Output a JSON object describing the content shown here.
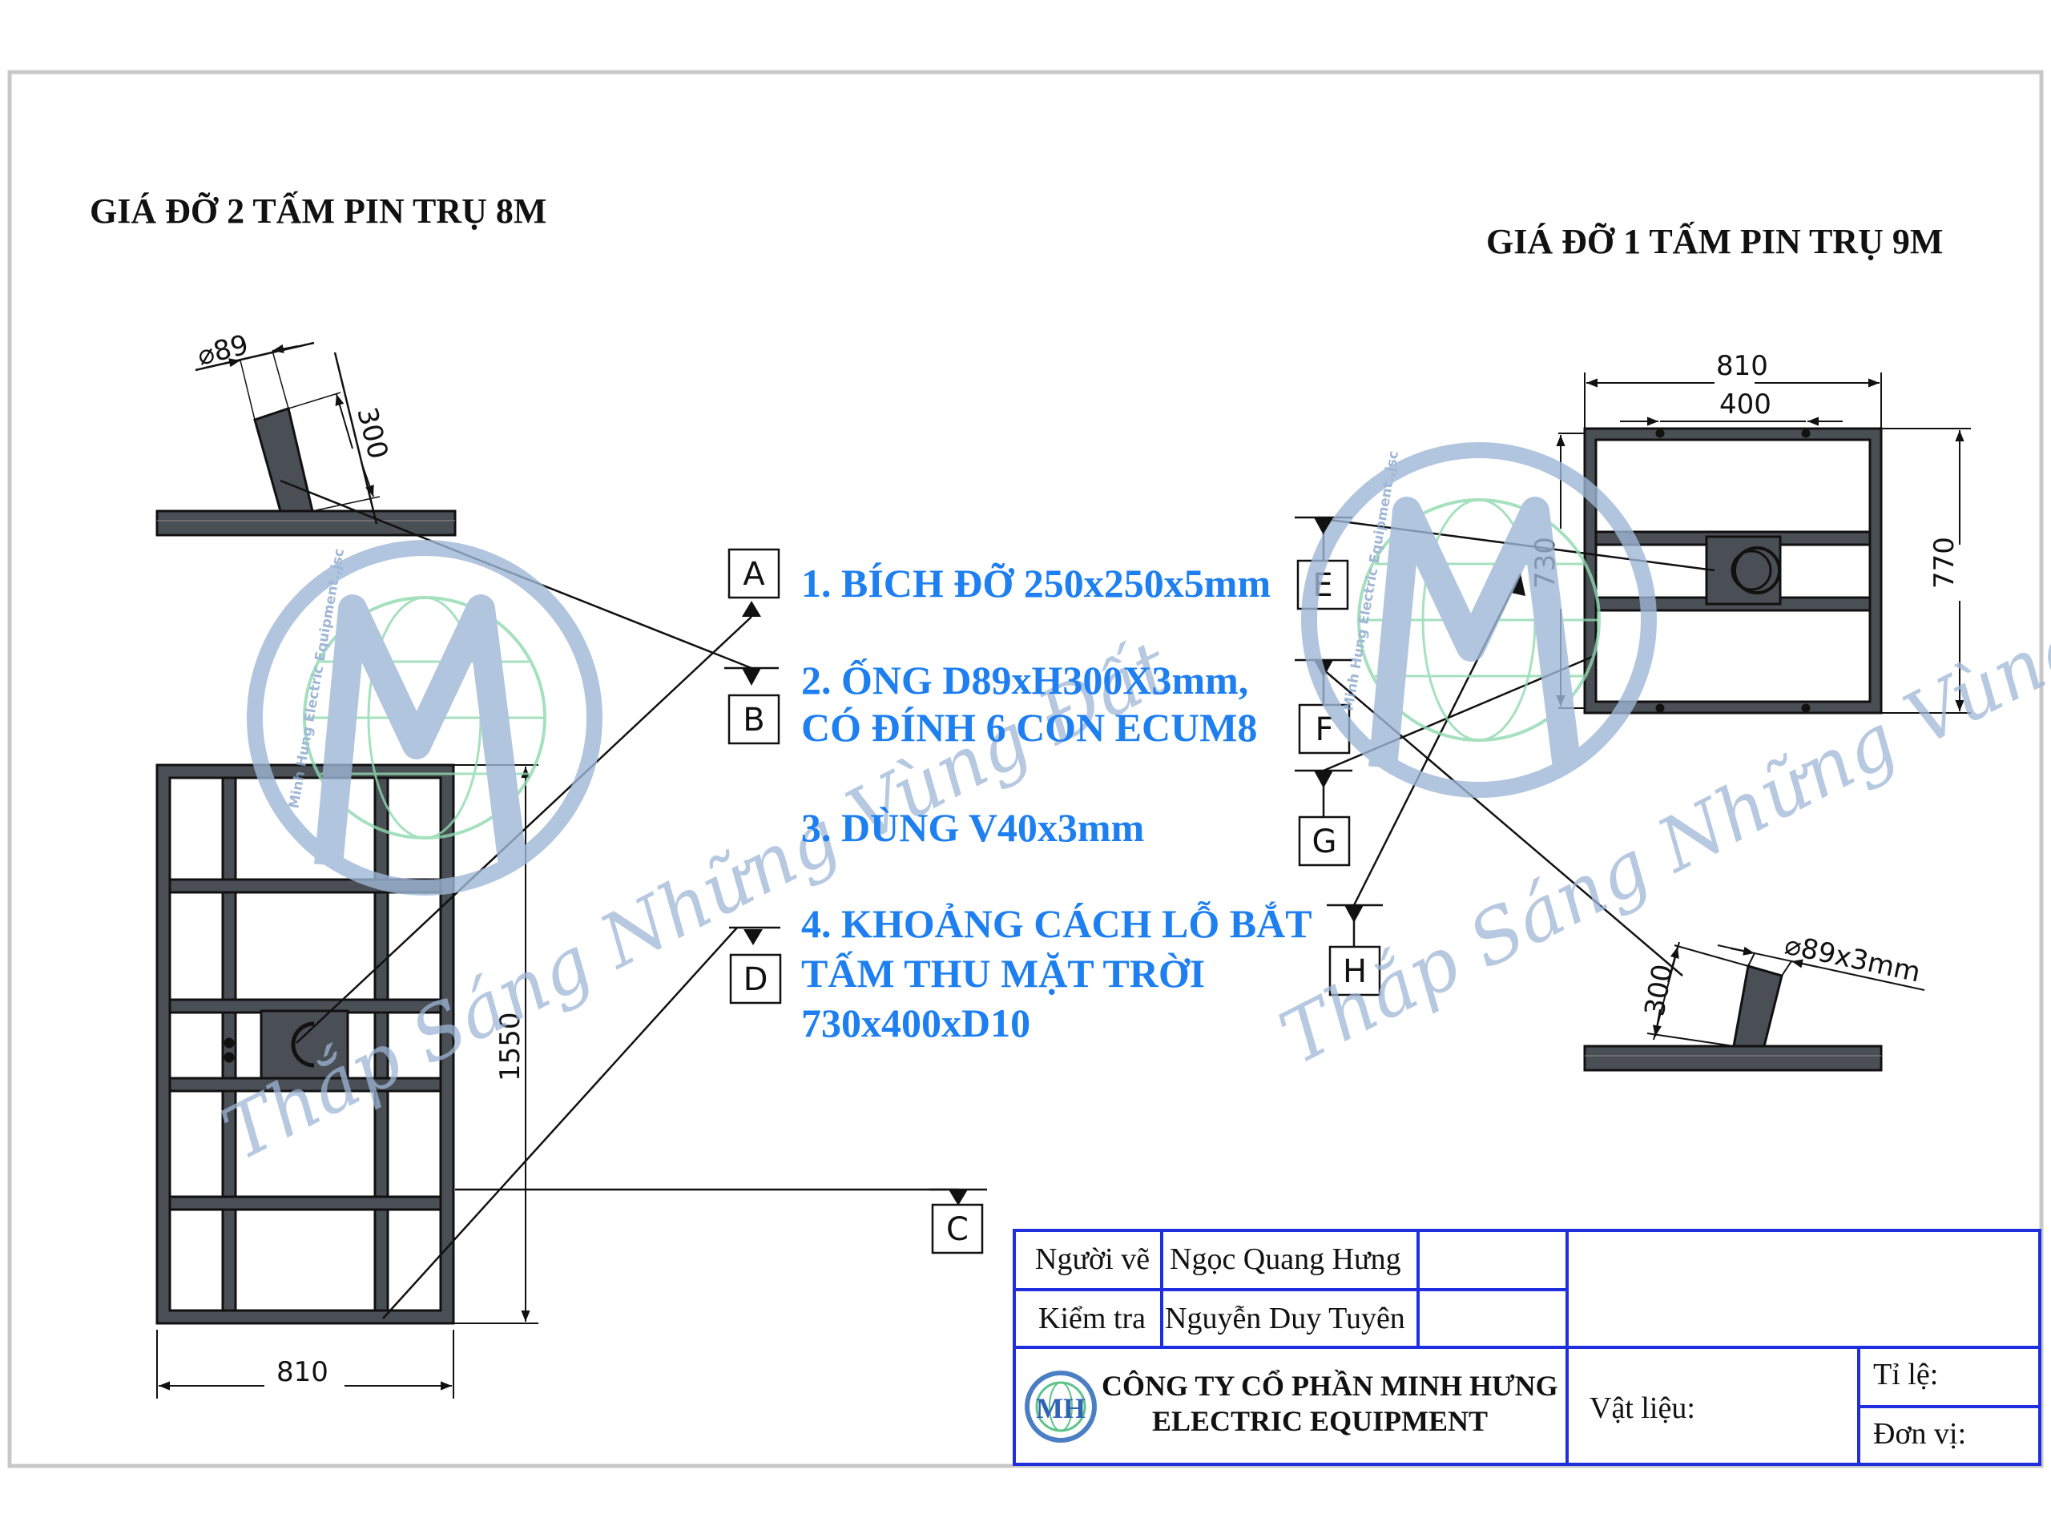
{
  "titles": {
    "left": "GIÁ ĐỠ 2 TẤM PIN TRỤ 8M",
    "right": "GIÁ ĐỠ 1 TẤM PIN TRỤ 9M"
  },
  "notes": {
    "n1": "1. BÍCH ĐỠ 250x250x5mm",
    "n2a": "2. ỐNG D89xH300X3mm,",
    "n2b": "CÓ ĐÍNH 6 CON ECUM8",
    "n3": "3. DÙNG V40x3mm",
    "n4a": "4. KHOẢNG CÁCH LỖ BẮT",
    "n4b": "TẤM THU MẶT TRỜI",
    "n4c": "730x400xD10"
  },
  "callouts": {
    "A": "A",
    "B": "B",
    "C": "C",
    "D": "D",
    "E": "E",
    "F": "F",
    "G": "G",
    "H": "H"
  },
  "dimensions": {
    "left_pipe_dia": "89",
    "left_pipe_len": "300",
    "left_height": "1550",
    "left_width": "810",
    "right_width": "810",
    "right_hole_spacing": "400",
    "right_height": "770",
    "right_hole_spacing_v": "730",
    "right_pipe_dia": "89x3mm",
    "right_pipe_len": "300"
  },
  "watermark": {
    "text": "Thắp Sáng Những Vùng Đất",
    "logo_arc": "Minh Hung Electric Equipment.,jsc",
    "logo_letters": "MH"
  },
  "title_block": {
    "drawn_by_label": "Người vẽ",
    "drawn_by": "Ngọc Quang Hưng",
    "checked_by_label": "Kiểm tra",
    "checked_by": "Nguyễn Duy Tuyên",
    "company_line1": "CÔNG TY CỔ PHẦN MINH HƯNG",
    "company_line2": "ELECTRIC EQUIPMENT",
    "material_label": "Vật liệu:",
    "scale_label": "Tỉ lệ:",
    "unit_label": "Đơn vị:"
  },
  "colors": {
    "note_blue": "#1e7ff0",
    "titleblock_blue": "#1f2fe0",
    "steel": "#4a4e55",
    "watermark_blue": "#9fb7d6",
    "globe_green": "#8fd9b0"
  }
}
